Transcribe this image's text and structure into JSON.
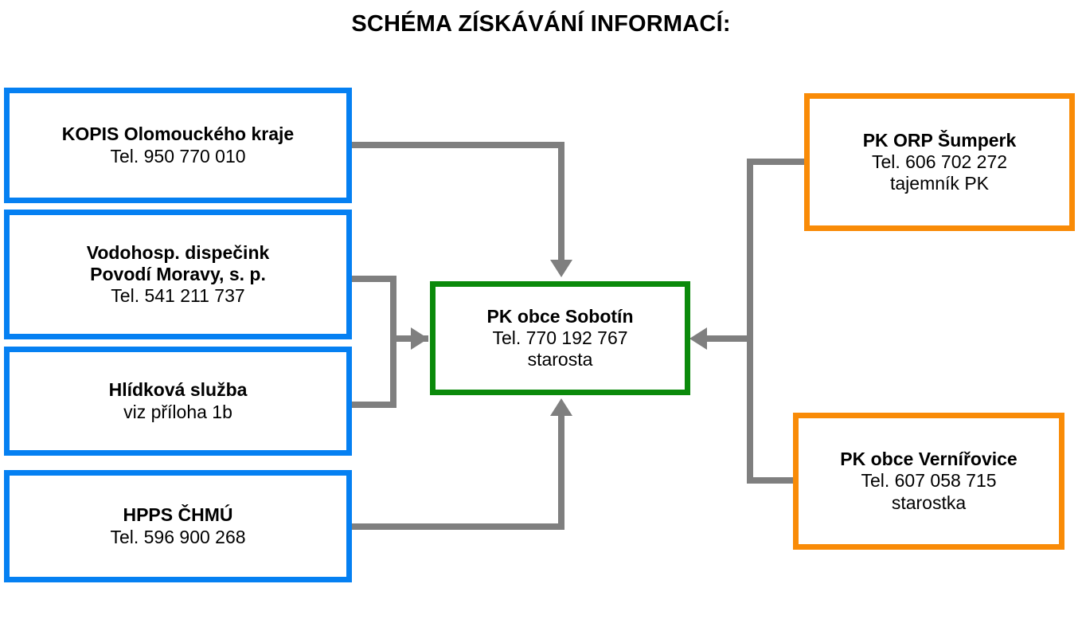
{
  "title": "SCHÉMA ZÍSKÁVÁNÍ INFORMACÍ:",
  "colors": {
    "source_border": "#0580F2",
    "center_border": "#0B8A0B",
    "partner_border": "#F98B07",
    "connector": "#7F7F7F",
    "text": "#000000",
    "background": "#FFFFFF"
  },
  "nodes": {
    "kopis": {
      "line1": "KOPIS Olomouckého kraje",
      "line2": "Tel. 950 770 010"
    },
    "vodohosp": {
      "line1": "Vodohosp. dispečink",
      "line2": "Povodí Moravy, s. p.",
      "line3": "Tel. 541 211 737"
    },
    "hlidkova": {
      "line1": "Hlídková služba",
      "line2": "viz příloha 1b"
    },
    "hpps": {
      "line1": "HPPS ČHMÚ",
      "line2": "Tel. 596 900 268"
    },
    "center": {
      "line1": "PK obce Sobotín",
      "line2": "Tel. 770 192 767",
      "line3": "starosta"
    },
    "orp_sumperk": {
      "line1": "PK ORP Šumperk",
      "line2": "Tel. 606 702 272",
      "line3": "tajemník PK"
    },
    "vernirovice": {
      "line1": "PK obce Vernířovice",
      "line2": "Tel. 607 058 715",
      "line3": "starostka"
    }
  },
  "connectors": [
    {
      "from": "kopis",
      "to": "center",
      "direction": "into-top"
    },
    {
      "from": "vodohosp",
      "to": "center",
      "direction": "into-left"
    },
    {
      "from": "hlidkova",
      "to": "center",
      "direction": "into-left"
    },
    {
      "from": "hpps",
      "to": "center",
      "direction": "into-bottom"
    },
    {
      "from": "orp_sumperk",
      "to": "center",
      "direction": "into-right"
    },
    {
      "from": "vernirovice",
      "to": "center",
      "direction": "into-right"
    }
  ]
}
